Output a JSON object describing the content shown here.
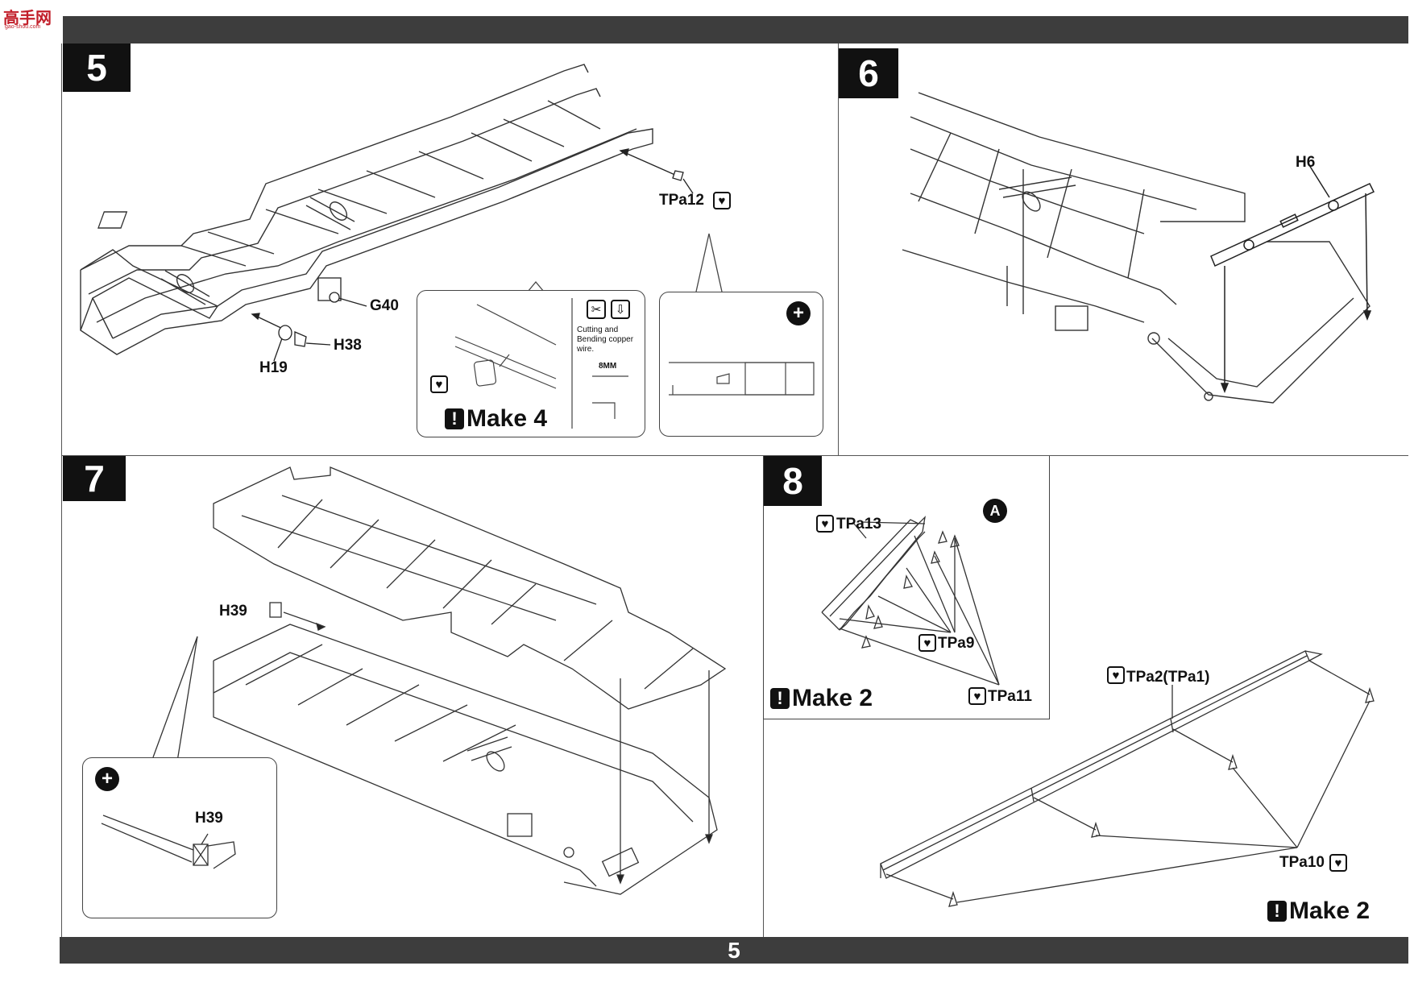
{
  "logo": {
    "text": "高手网",
    "sub": "gao-shou.com"
  },
  "page_number": "5",
  "steps": [
    {
      "number": "5"
    },
    {
      "number": "6"
    },
    {
      "number": "7"
    },
    {
      "number": "8"
    }
  ],
  "step5": {
    "labels": {
      "tpa12": "TPa12",
      "g40": "G40",
      "h38": "H38",
      "h19": "H19"
    },
    "callout": {
      "instruction_lines": [
        "Cutting and",
        "Bending copper",
        "wire."
      ],
      "wire_length": "8MM",
      "make": "Make 4"
    }
  },
  "step6": {
    "labels": {
      "h6": "H6"
    }
  },
  "step7": {
    "labels": {
      "h39": "H39",
      "h39_zoom": "H39"
    }
  },
  "step8": {
    "marker": "A",
    "labels": {
      "tpa13": "TPa13",
      "tpa9": "TPa9",
      "tpa11": "TPa11",
      "tpa2": "TPa2(TPa1)",
      "tpa10": "TPa10"
    },
    "make_a": "Make 2",
    "make_b": "Make 2"
  },
  "icons": [
    "heart-icon",
    "zoom-in-icon",
    "cut-tool-icon",
    "bend-tool-icon",
    "attention-icon"
  ]
}
